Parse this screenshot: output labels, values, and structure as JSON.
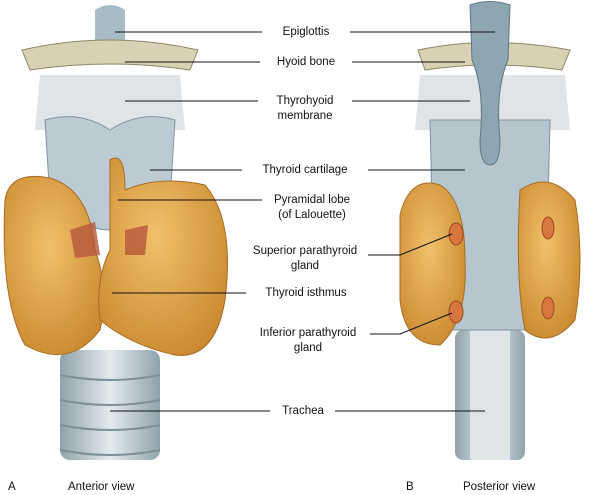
{
  "labels": {
    "epiglottis": "Epiglottis",
    "hyoid_bone": "Hyoid bone",
    "thyrohyoid_line1": "Thyrohyoid",
    "thyrohyoid_line2": "membrane",
    "thyroid_cartilage": "Thyroid cartilage",
    "pyramidal_line1": "Pyramidal lobe",
    "pyramidal_line2": "(of Lalouette)",
    "sup_para_line1": "Superior parathyroid",
    "sup_para_line2": "gland",
    "thyroid_isthmus": "Thyroid isthmus",
    "inf_para_line1": "Inferior parathyroid",
    "inf_para_line2": "gland",
    "trachea": "Trachea"
  },
  "captions": {
    "a_letter": "A",
    "a_view": "Anterior view",
    "b_letter": "B",
    "b_view": "Posterior view"
  },
  "colors": {
    "thyroid": "#e3a64a",
    "cartilage": "#c9d6dc",
    "hyoid": "#d8d1b4",
    "parathyroid": "#d7763e"
  }
}
